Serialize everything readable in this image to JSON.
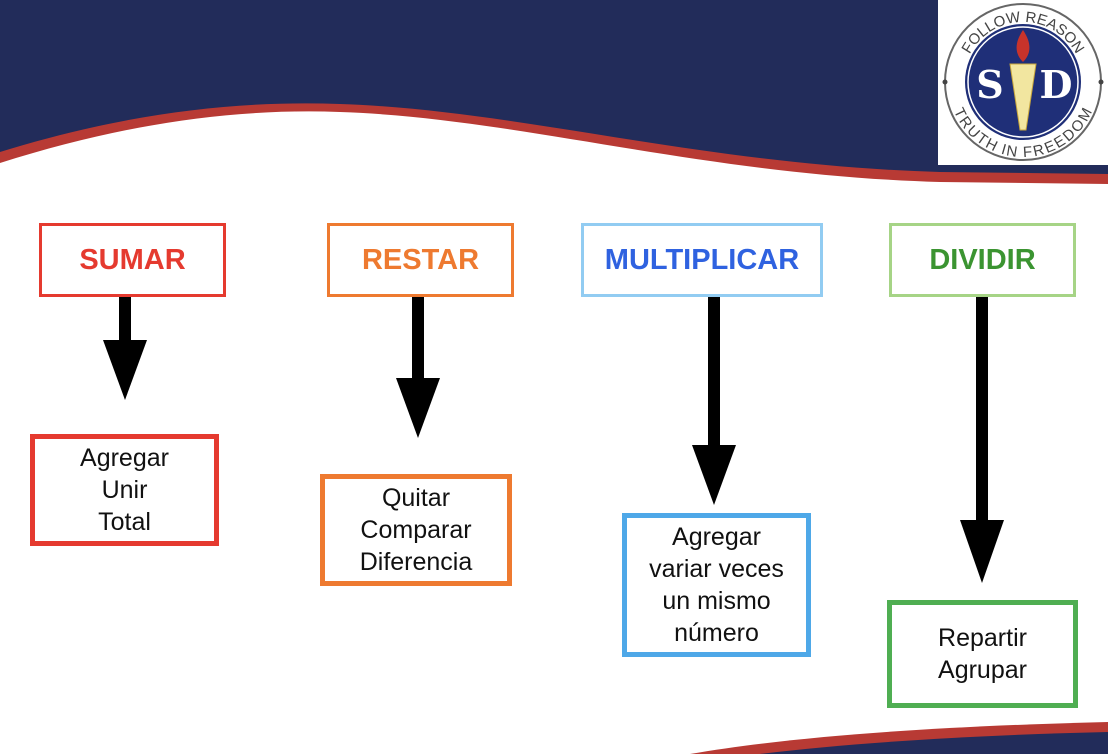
{
  "logo": {
    "top_text": "FOLLOW REASON",
    "bottom_text": "TRUTH IN FREEDOM",
    "monogram": "SD"
  },
  "colors": {
    "navy": "#222c5a",
    "red": "#b83a34"
  },
  "operations": [
    {
      "title": "SUMAR",
      "color": "#e53a2f",
      "head_border": "#e53a2f",
      "box_border": "#e53a2f",
      "lines": [
        "Agregar",
        "Unir",
        "Total"
      ]
    },
    {
      "title": "RESTAR",
      "color": "#ee7a30",
      "head_border": "#ee7a30",
      "box_border": "#ee7a30",
      "lines": [
        "Quitar",
        "Comparar",
        "Diferencia"
      ]
    },
    {
      "title": "MULTIPLICAR",
      "color": "#2f62e0",
      "head_border": "#92ccf2",
      "box_border": "#4ea8e8",
      "lines": [
        "Agregar",
        "variar veces",
        "un mismo",
        "número"
      ]
    },
    {
      "title": "DIVIDIR",
      "color": "#3b9431",
      "head_border": "#a6d486",
      "box_border": "#4fae52",
      "lines": [
        "Repartir",
        "Agrupar"
      ]
    }
  ]
}
